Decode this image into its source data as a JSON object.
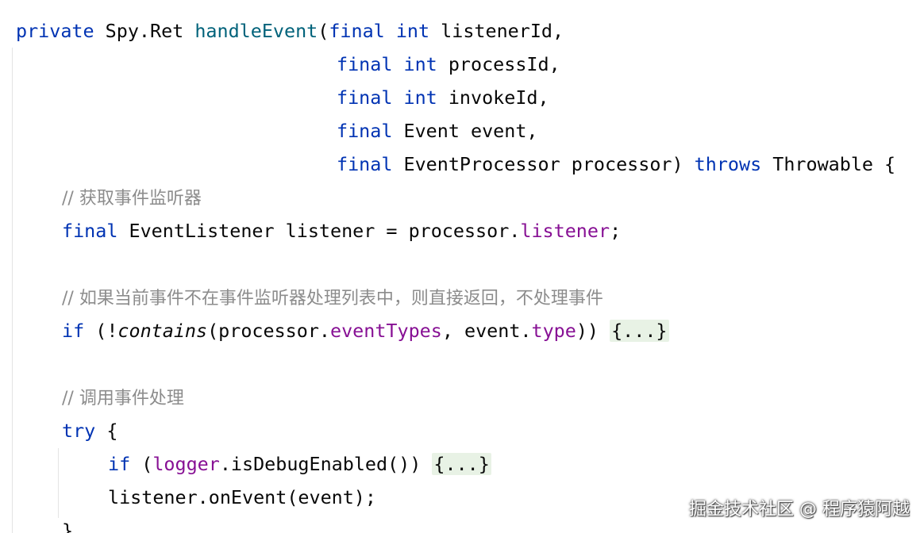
{
  "code": {
    "t1": "private",
    "t2": " Spy.Ret ",
    "t3": "handleEvent",
    "t4": "(",
    "t5": "final",
    "t6": " ",
    "t7": "int",
    "t8": " listenerId,",
    "t9": "final",
    "t10": " ",
    "t11": "int",
    "t12": " processId,",
    "t13": "final",
    "t14": " ",
    "t15": "int",
    "t16": " invokeId,",
    "t17": "final",
    "t18": " Event event,",
    "t19": "final",
    "t20": " EventProcessor processor) ",
    "t21": "throws",
    "t22": " Throwable {",
    "c1": "// 获取事件监听器",
    "t23": "final",
    "t24": " EventListener listener = processor.",
    "t25": "listener",
    "t26": ";",
    "c2": "// 如果当前事件不在事件监听器处理列表中，则直接返回，不处理事件",
    "t27": "if",
    "t28": " (!",
    "t29": "contains",
    "t30": "(processor.",
    "t31": "eventTypes",
    "t32": ", event.",
    "t33": "type",
    "t34": ")) ",
    "f1": "{...}",
    "c3": "// 调用事件处理",
    "t35": "try",
    "t36": " {",
    "t37": "if",
    "t38": " (",
    "t39": "logger",
    "t40": ".isDebugEnabled()) ",
    "f2": "{...}",
    "t41": "listener.onEvent(event);",
    "t42": "}"
  },
  "watermark": "掘金技术社区 @ 程序猿阿越"
}
